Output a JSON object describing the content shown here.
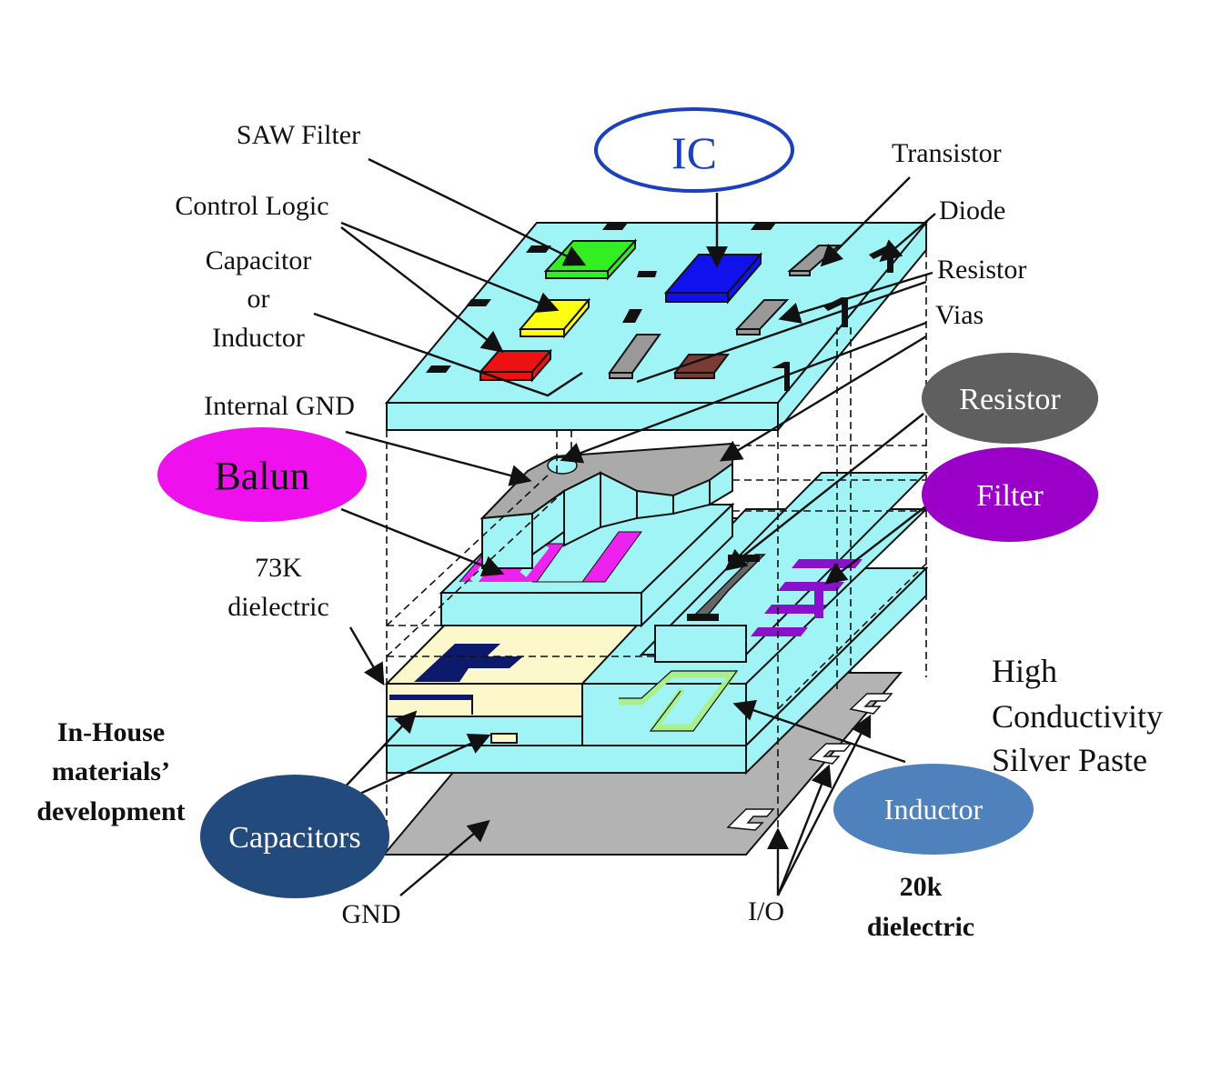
{
  "diagram": {
    "title": "LTCC multilayer module cross-section",
    "labels": {
      "saw_filter": "SAW Filter",
      "control_logic": "Control Logic",
      "capacitor_or": "Capacitor",
      "capacitor_or_2": "or",
      "capacitor_or_3": "Inductor",
      "internal_gnd": "Internal GND",
      "dielectric_73k_1": "73K",
      "dielectric_73k_2": "dielectric",
      "inhouse_1": "In-House",
      "inhouse_2": "materials’",
      "inhouse_3": "development",
      "gnd": "GND",
      "io": "I/O",
      "dielectric_20k_1": "20k",
      "dielectric_20k_2": "dielectric",
      "transistor": "Transistor",
      "diode": "Diode",
      "resistor": "Resistor",
      "vias": "Vias",
      "silver_1": "High",
      "silver_2": "Conductivity",
      "silver_3": "Silver Paste"
    },
    "bubbles": {
      "ic": {
        "text": "IC",
        "color": "#1a3fbf"
      },
      "balun": {
        "text": "Balun",
        "color": "#ee11ee"
      },
      "resistor": {
        "text": "Resistor",
        "color": "#5f5f5f"
      },
      "filter": {
        "text": "Filter",
        "color": "#9a00c8"
      },
      "capacitors": {
        "text": "Capacitors",
        "color": "#234a7c"
      },
      "inductor": {
        "text": "Inductor",
        "color": "#4f81bd"
      }
    },
    "colors": {
      "substrate": "#a0f4f6",
      "ground": "#b3b3b3",
      "dielectric_cream": "#fdf8cc",
      "saw_chip": "#33ee22",
      "ic_chip": "#1111ee",
      "control_chip": "#ffff11",
      "cap_chip": "#ee1111",
      "resistor_chip": "#7a3b34",
      "balun_trace": "#ee22ee",
      "filter_trace": "#8a11cc",
      "inductor_trace": "#a8f08f",
      "capacitor_plate": "#0d1a6b"
    }
  }
}
